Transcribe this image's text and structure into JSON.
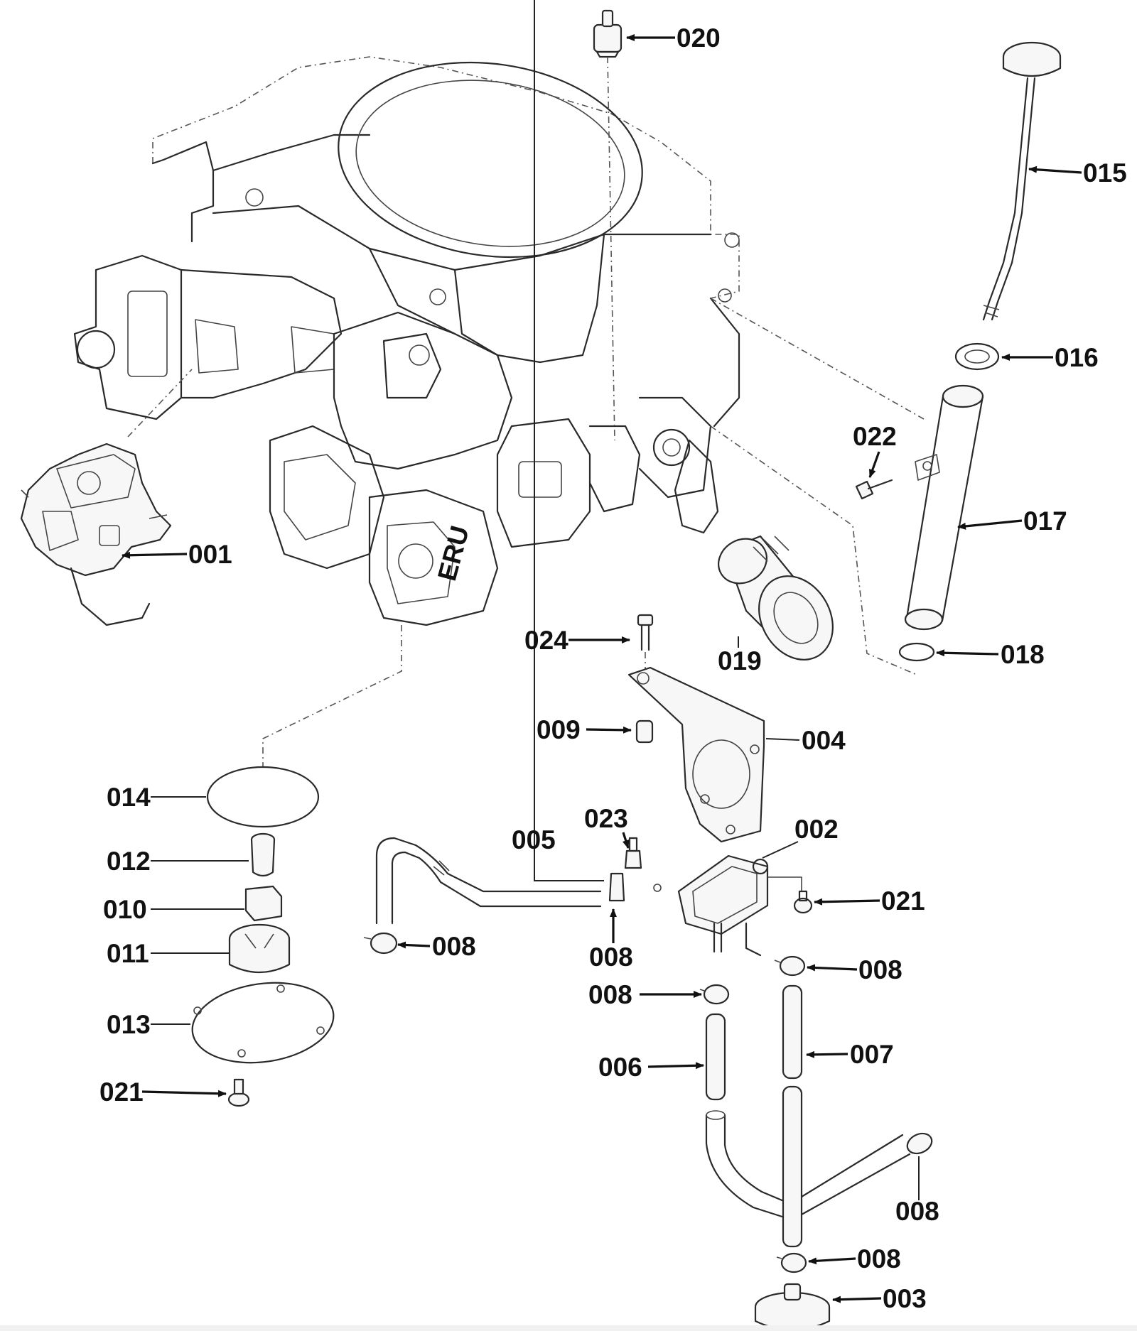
{
  "callouts": {
    "c001": "001",
    "c002": "002",
    "c003": "003",
    "c004": "004",
    "c005": "005",
    "c006": "006",
    "c007": "007",
    "c008a": "008",
    "c008b": "008",
    "c008c": "008",
    "c008d": "008",
    "c008e": "008",
    "c008f": "008",
    "c009": "009",
    "c010": "010",
    "c011": "011",
    "c012": "012",
    "c013": "013",
    "c014": "014",
    "c015": "015",
    "c016": "016",
    "c017": "017",
    "c018": "018",
    "c019": "019",
    "c020": "020",
    "c021a": "021",
    "c021b": "021",
    "c022": "022",
    "c023": "023",
    "c024": "024"
  },
  "filter_text": "ERU"
}
